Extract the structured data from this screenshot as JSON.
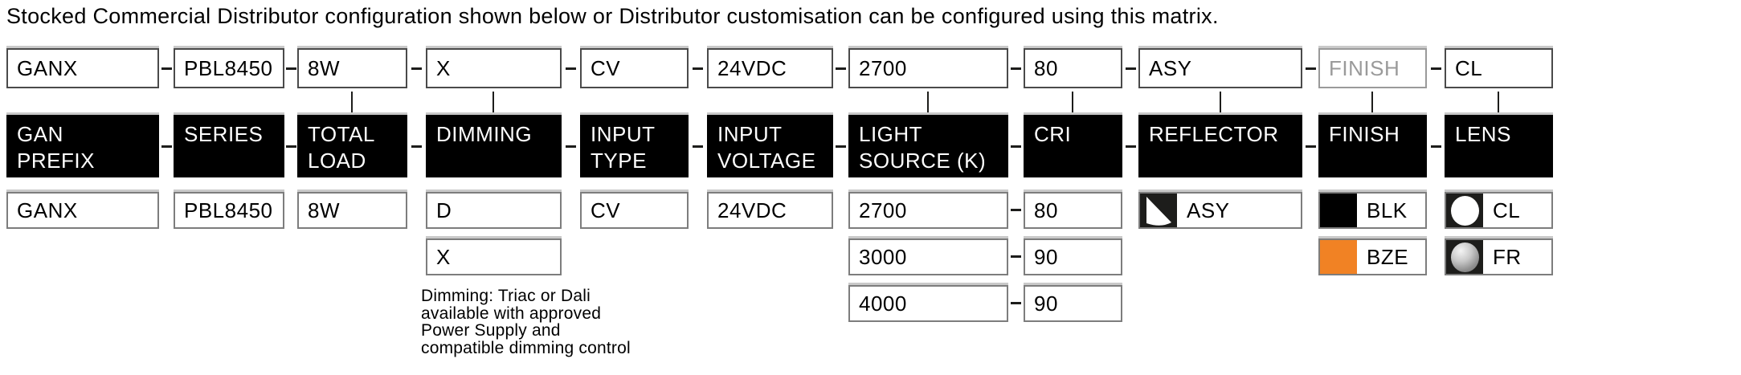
{
  "title": "Stocked Commercial Distributor configuration shown below or Distributor customisation can be configured using this matrix.",
  "code_row": {
    "gan_prefix": "GANX",
    "series": "PBL8450",
    "total_load": "8W",
    "dimming": "X",
    "input_type": "CV",
    "input_voltage": "24VDC",
    "light_source": "2700",
    "cri": "80",
    "reflector": "ASY",
    "finish_placeholder": "FINISH",
    "lens": "CL"
  },
  "headers": {
    "gan_prefix": {
      "line1": "GAN",
      "line2": "PREFIX"
    },
    "series": {
      "line1": "SERIES"
    },
    "total_load": {
      "line1": "TOTAL",
      "line2": "LOAD"
    },
    "dimming": {
      "line1": "DIMMING"
    },
    "input_type": {
      "line1": "INPUT",
      "line2": "TYPE"
    },
    "input_voltage": {
      "line1": "INPUT",
      "line2": "VOLTAGE"
    },
    "light_source": {
      "line1": "LIGHT",
      "line2": "SOURCE (K)"
    },
    "cri": {
      "line1": "CRI"
    },
    "reflector": {
      "line1": "REFLECTOR"
    },
    "finish": {
      "line1": "FINISH"
    },
    "lens": {
      "line1": "LENS"
    }
  },
  "options": {
    "gan_prefix": "GANX",
    "series": "PBL8450",
    "total_load": "8W",
    "dimming_1": "D",
    "dimming_2": "X",
    "input_type": "CV",
    "input_voltage": "24VDC",
    "light_source_1": "2700",
    "cri_1": "80",
    "light_source_2": "3000",
    "cri_2": "90",
    "light_source_3": "4000",
    "cri_3": "90",
    "reflector_1": {
      "code": "ASY",
      "icon": "asymmetric-reflector-icon"
    },
    "finish_1": {
      "code": "BLK",
      "swatch": "#000000"
    },
    "finish_2": {
      "code": "BZE",
      "swatch": "#F18224"
    },
    "lens_1": {
      "code": "CL",
      "icon": "clear-lens-icon"
    },
    "lens_2": {
      "code": "FR",
      "icon": "frosted-lens-icon"
    }
  },
  "dimming_note": {
    "lines": [
      "Dimming: Triac or Dali",
      "available with approved",
      "Power Supply and",
      "compatible dimming control"
    ]
  },
  "colors": {
    "header_bg": "#000000",
    "placeholder_text": "#9a9a9a",
    "bze_orange": "#F18224",
    "blk_black": "#000000",
    "icon_tile_bg": "#1d1d1b"
  }
}
